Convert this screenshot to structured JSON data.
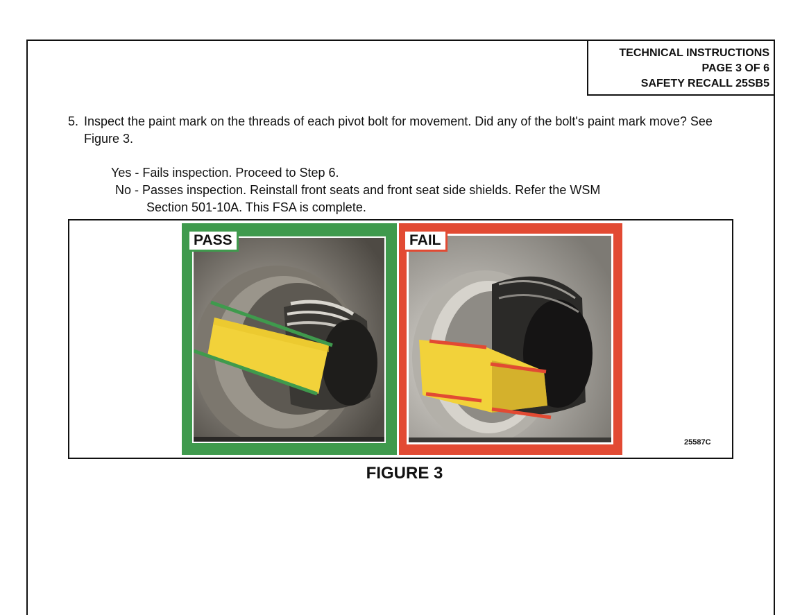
{
  "header": {
    "line1": "TECHNICAL INSTRUCTIONS",
    "line2": "PAGE 3 OF 6",
    "line3": "SAFETY RECALL 25SB5"
  },
  "step": {
    "number": "5.",
    "text": "Inspect the paint mark on the threads of each pivot bolt for movement. Did any of the bolt's paint mark move? See Figure 3."
  },
  "options": {
    "yes": "Yes - Fails inspection. Proceed to Step 6.",
    "no_line1": "No - Passes inspection. Reinstall front seats and front seat side shields. Refer the WSM",
    "no_line2": "Section 501-10A. This FSA is complete."
  },
  "figure": {
    "pass_label": "PASS",
    "fail_label": "FAIL",
    "id": "25587C",
    "caption": "FIGURE 3",
    "pass_color": "#3f9a4d",
    "fail_color": "#e24a33",
    "paint_color": "#f2d23a"
  }
}
